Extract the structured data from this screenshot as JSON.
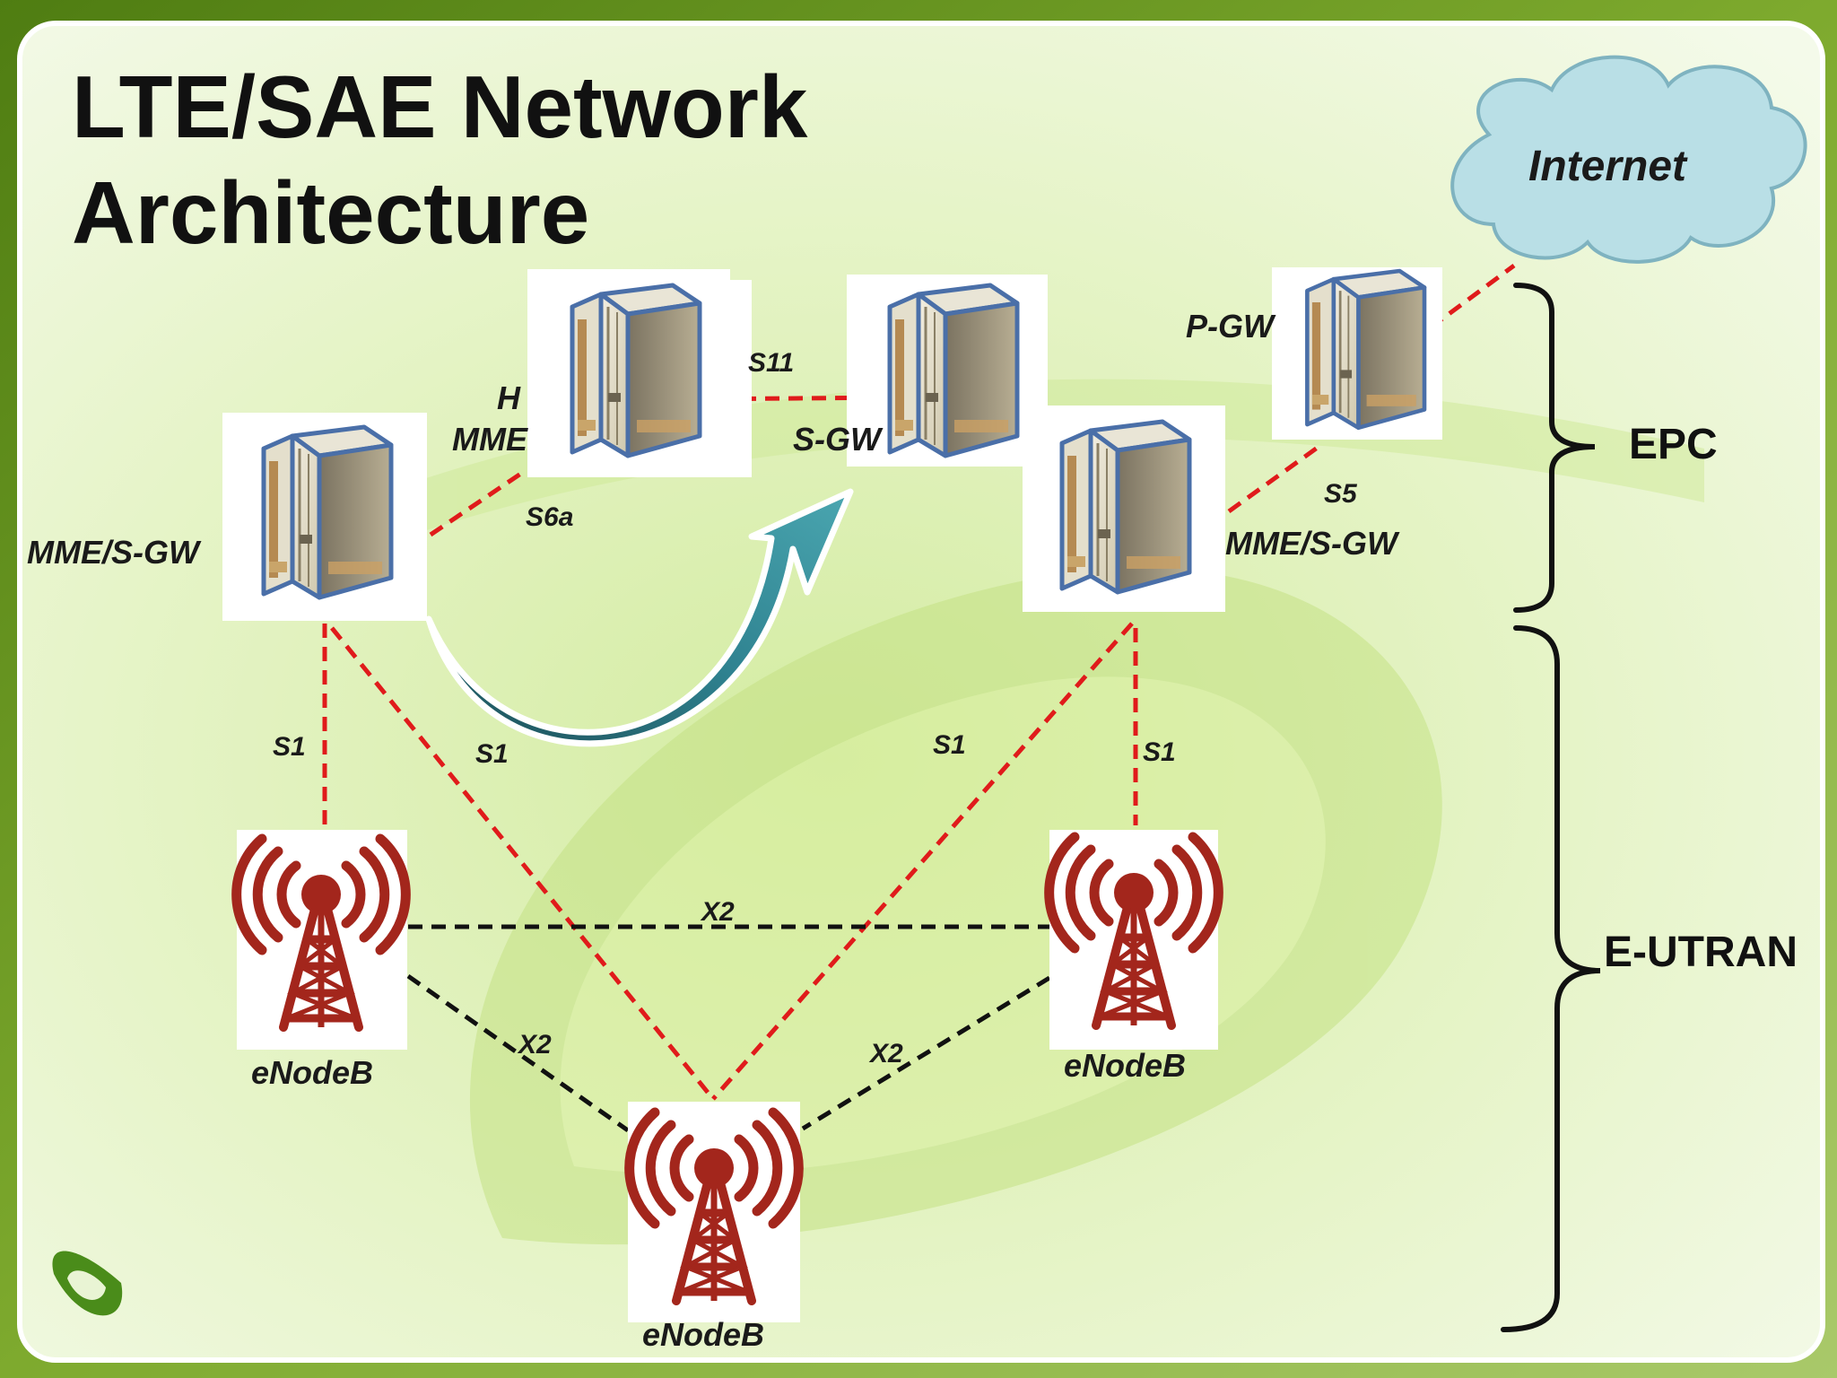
{
  "title": {
    "line1": "LTE/SAE Network",
    "line2": "Architecture"
  },
  "cloud": {
    "label": "Internet"
  },
  "nodes": {
    "mme_sgw_left": "MME/S-GW",
    "hss_partial": "H",
    "mme_partial": "MME",
    "sgw": "S-GW",
    "pgw": "P-GW",
    "mme_sgw_right": "MME/S-GW",
    "enodeb_left": "eNodeB",
    "enodeb_right": "eNodeB",
    "enodeb_bottom": "eNodeB"
  },
  "interfaces": {
    "s11": "S11",
    "s6a": "S6a",
    "s5": "S5",
    "s1_a": "S1",
    "s1_b": "S1",
    "s1_c": "S1",
    "s1_d": "S1",
    "x2_top": "X2",
    "x2_left": "X2",
    "x2_right": "X2"
  },
  "groups": {
    "epc": "EPC",
    "eutran": "E-UTRAN"
  },
  "colors": {
    "s_interface": "#e01b1b",
    "x2_interface": "#111111",
    "tower": "#a3261c",
    "cloud": "#b9dfe6",
    "arrow": "#2c7a86"
  }
}
